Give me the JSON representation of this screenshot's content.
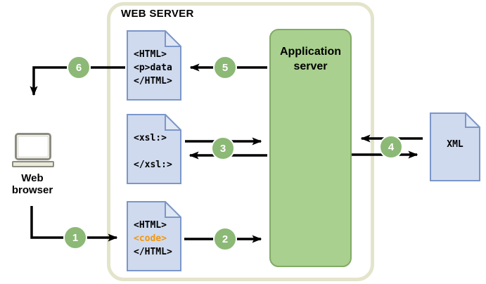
{
  "title": "WEB SERVER",
  "web_browser": {
    "label": "Web browser"
  },
  "application_server": {
    "label": "Application server"
  },
  "documents": {
    "html_output": {
      "lines": [
        "<HTML>",
        "<p>data",
        "</HTML>"
      ]
    },
    "xsl": {
      "lines": [
        "<xsl:>",
        "",
        "</xsl:>"
      ]
    },
    "html_code": {
      "lines": [
        "<HTML>",
        "<code>",
        "</HTML>"
      ],
      "highlighted_line": "<code>"
    },
    "xml": {
      "label": "XML"
    }
  },
  "steps": [
    "1",
    "2",
    "3",
    "4",
    "5",
    "6"
  ],
  "colors": {
    "step_circle": "#8cb976",
    "app_server_fill": "#a9d08e",
    "app_server_border": "#82aa66",
    "document_fill": "#cfdaee",
    "document_fold": "#dfe7f5",
    "document_border": "#7c96c8",
    "container_border": "#e3e4ca",
    "code_highlight": "#f2970d",
    "arrow": "#000000"
  }
}
